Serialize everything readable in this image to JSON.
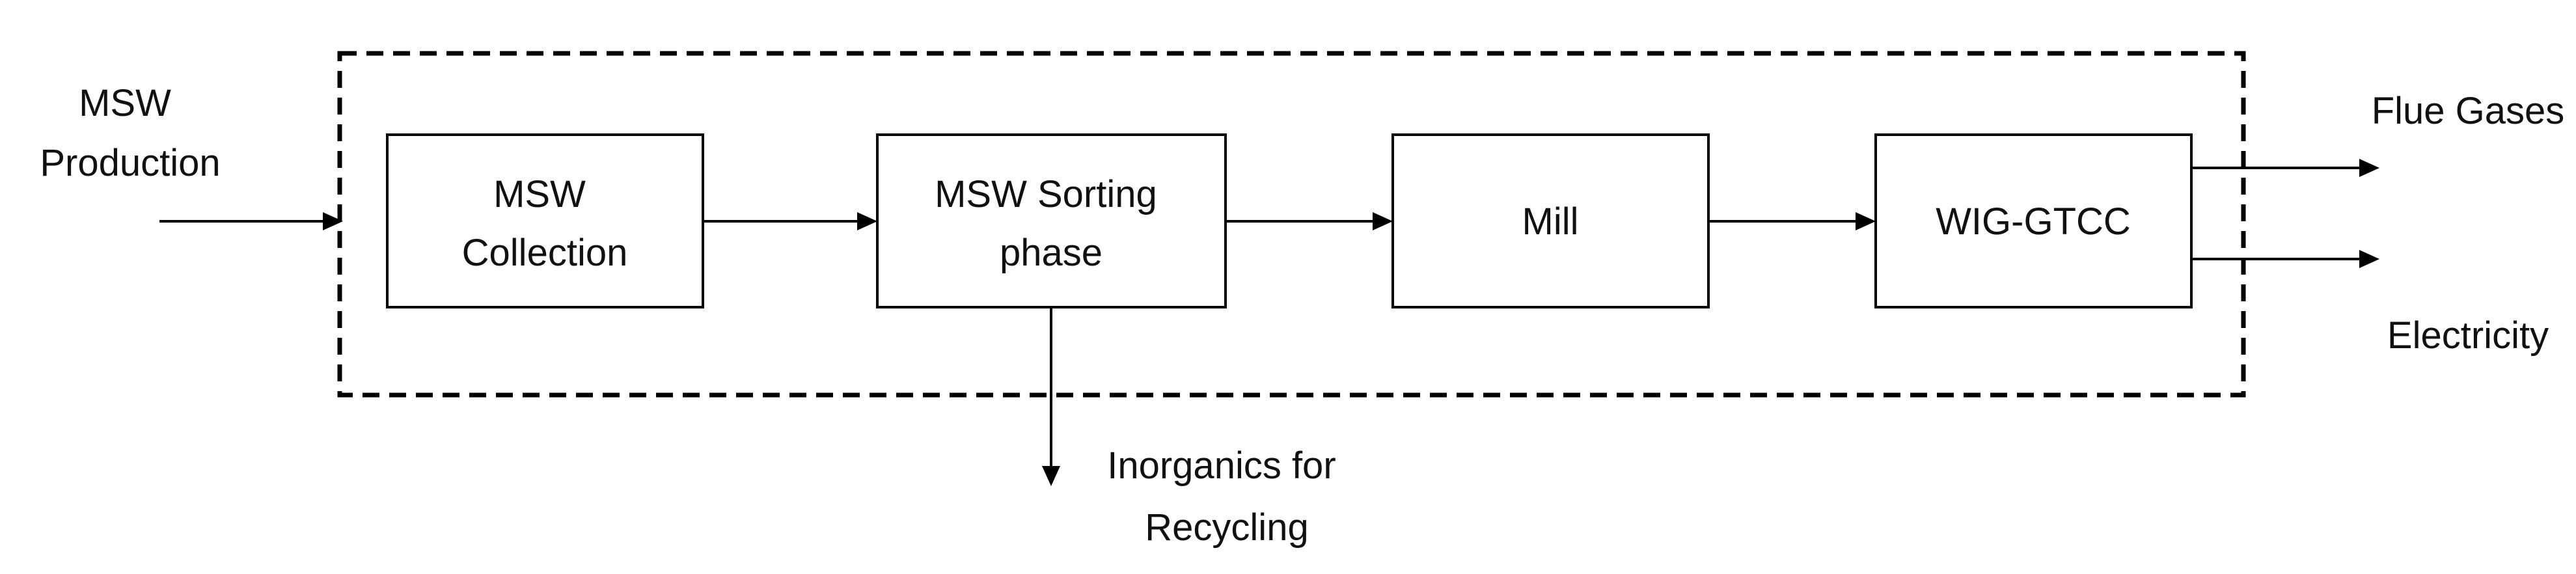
{
  "diagram": {
    "boundary_style": "dashed",
    "inputs": {
      "msw_production": [
        "MSW",
        "Production"
      ]
    },
    "processes": {
      "msw_collection": [
        "MSW",
        "Collection"
      ],
      "msw_sorting": [
        "MSW Sorting",
        "phase"
      ],
      "mill": [
        "Mill"
      ],
      "wig_gtcc": [
        "WIG-GTCC"
      ]
    },
    "outputs": {
      "flue_gases": [
        "Flue Gases"
      ],
      "electricity": [
        "Electricity"
      ],
      "inorganics": [
        "Inorganics for",
        "Recycling"
      ]
    },
    "flows": [
      {
        "from": "MSW Production",
        "to": "MSW Collection"
      },
      {
        "from": "MSW Collection",
        "to": "MSW Sorting phase"
      },
      {
        "from": "MSW Sorting phase",
        "to": "Mill"
      },
      {
        "from": "Mill",
        "to": "WIG-GTCC"
      },
      {
        "from": "WIG-GTCC",
        "to": "Flue Gases"
      },
      {
        "from": "WIG-GTCC",
        "to": "Electricity"
      },
      {
        "from": "MSW Sorting phase",
        "to": "Inorganics for Recycling"
      }
    ]
  }
}
